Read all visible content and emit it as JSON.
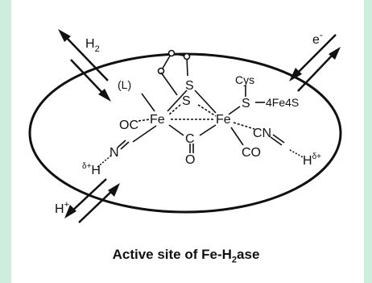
{
  "diagram": {
    "labels": {
      "h2": "H",
      "h2_sub": "2",
      "electron": "e",
      "electron_sup": "-",
      "proton": "H",
      "proton_sup": "+",
      "ligand_l": "(L)",
      "s_top": "S",
      "s_mid": "S",
      "fe_left": "Fe",
      "fe_right": "Fe",
      "cys": "Cys",
      "s_cys": "S",
      "fe4s": "4Fe4S",
      "oc_left": "OC",
      "c_bridge": "C",
      "o_bridge": "O",
      "cn_right": "CN",
      "co_right": "CO",
      "n_left": "N",
      "h_left": "H",
      "h_left_sup": "δ+",
      "h_right": "H",
      "h_right_sup": "δ+"
    },
    "caption": {
      "text": "Active site of Fe-H",
      "sub": "2",
      "tail": "ase"
    }
  }
}
